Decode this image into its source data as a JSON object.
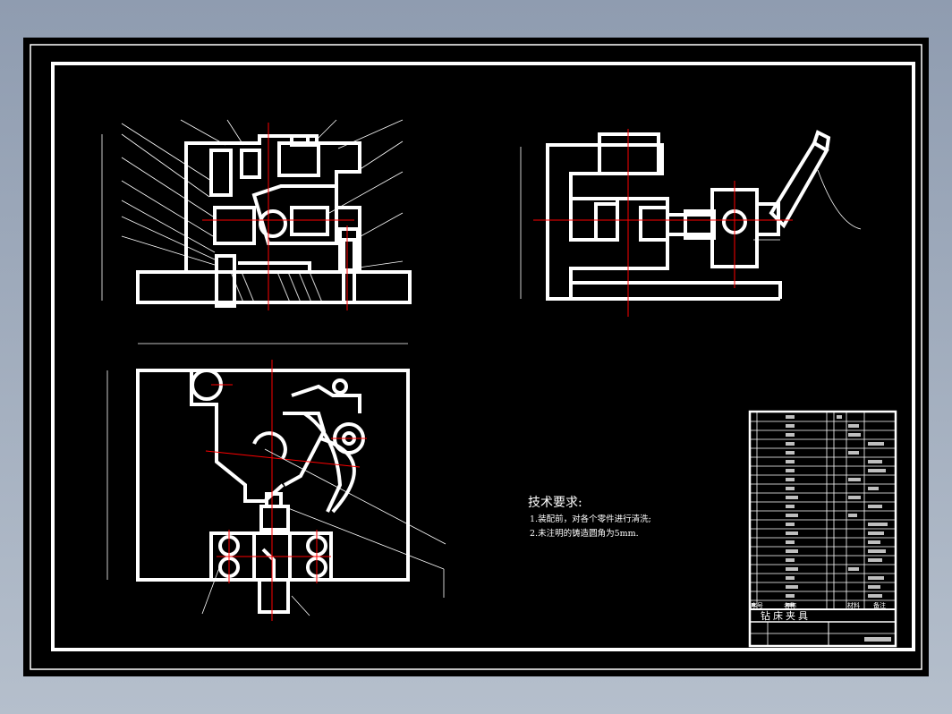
{
  "technical_requirements": {
    "heading": "技术要求:",
    "items": [
      "1.装配前，对各个零件进行清洗;",
      "2.未注明的铸造圆角为5mm."
    ]
  },
  "title_block": {
    "name": "钻床夹具",
    "header": [
      "序号",
      "名称",
      "材料",
      "备注"
    ]
  },
  "colors": {
    "background": "#000000",
    "line": "#ffffff",
    "centerline": "#ff0000",
    "leader": "#ffffff",
    "app_chrome": "#9aa6b8"
  }
}
